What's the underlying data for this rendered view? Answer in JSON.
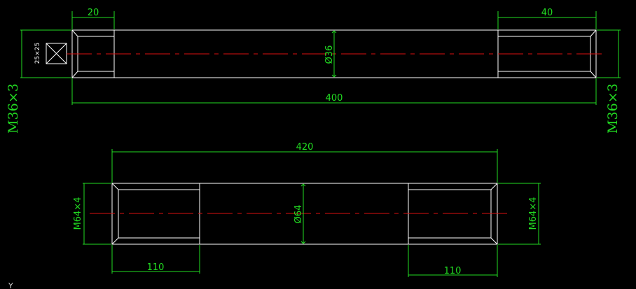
{
  "colors": {
    "background": "#000000",
    "outline": "#ffffff",
    "dimension": "#22dd22",
    "centerline": "#dd1111"
  },
  "part_a": {
    "dim_left_thread_length": "20",
    "dim_right_thread_length": "40",
    "dim_overall_length": "400",
    "dim_diameter": "Ø36",
    "square_end_label": "25×25",
    "thread_left_label": "M36×3",
    "thread_right_label": "M36×3"
  },
  "part_b": {
    "dim_overall_length": "420",
    "dim_diameter": "Ø64",
    "thread_left_label": "M64×4",
    "thread_right_label": "M64×4",
    "dim_left_thread_length": "110",
    "dim_right_thread_length": "110"
  },
  "ucs_axis_label": "Y"
}
